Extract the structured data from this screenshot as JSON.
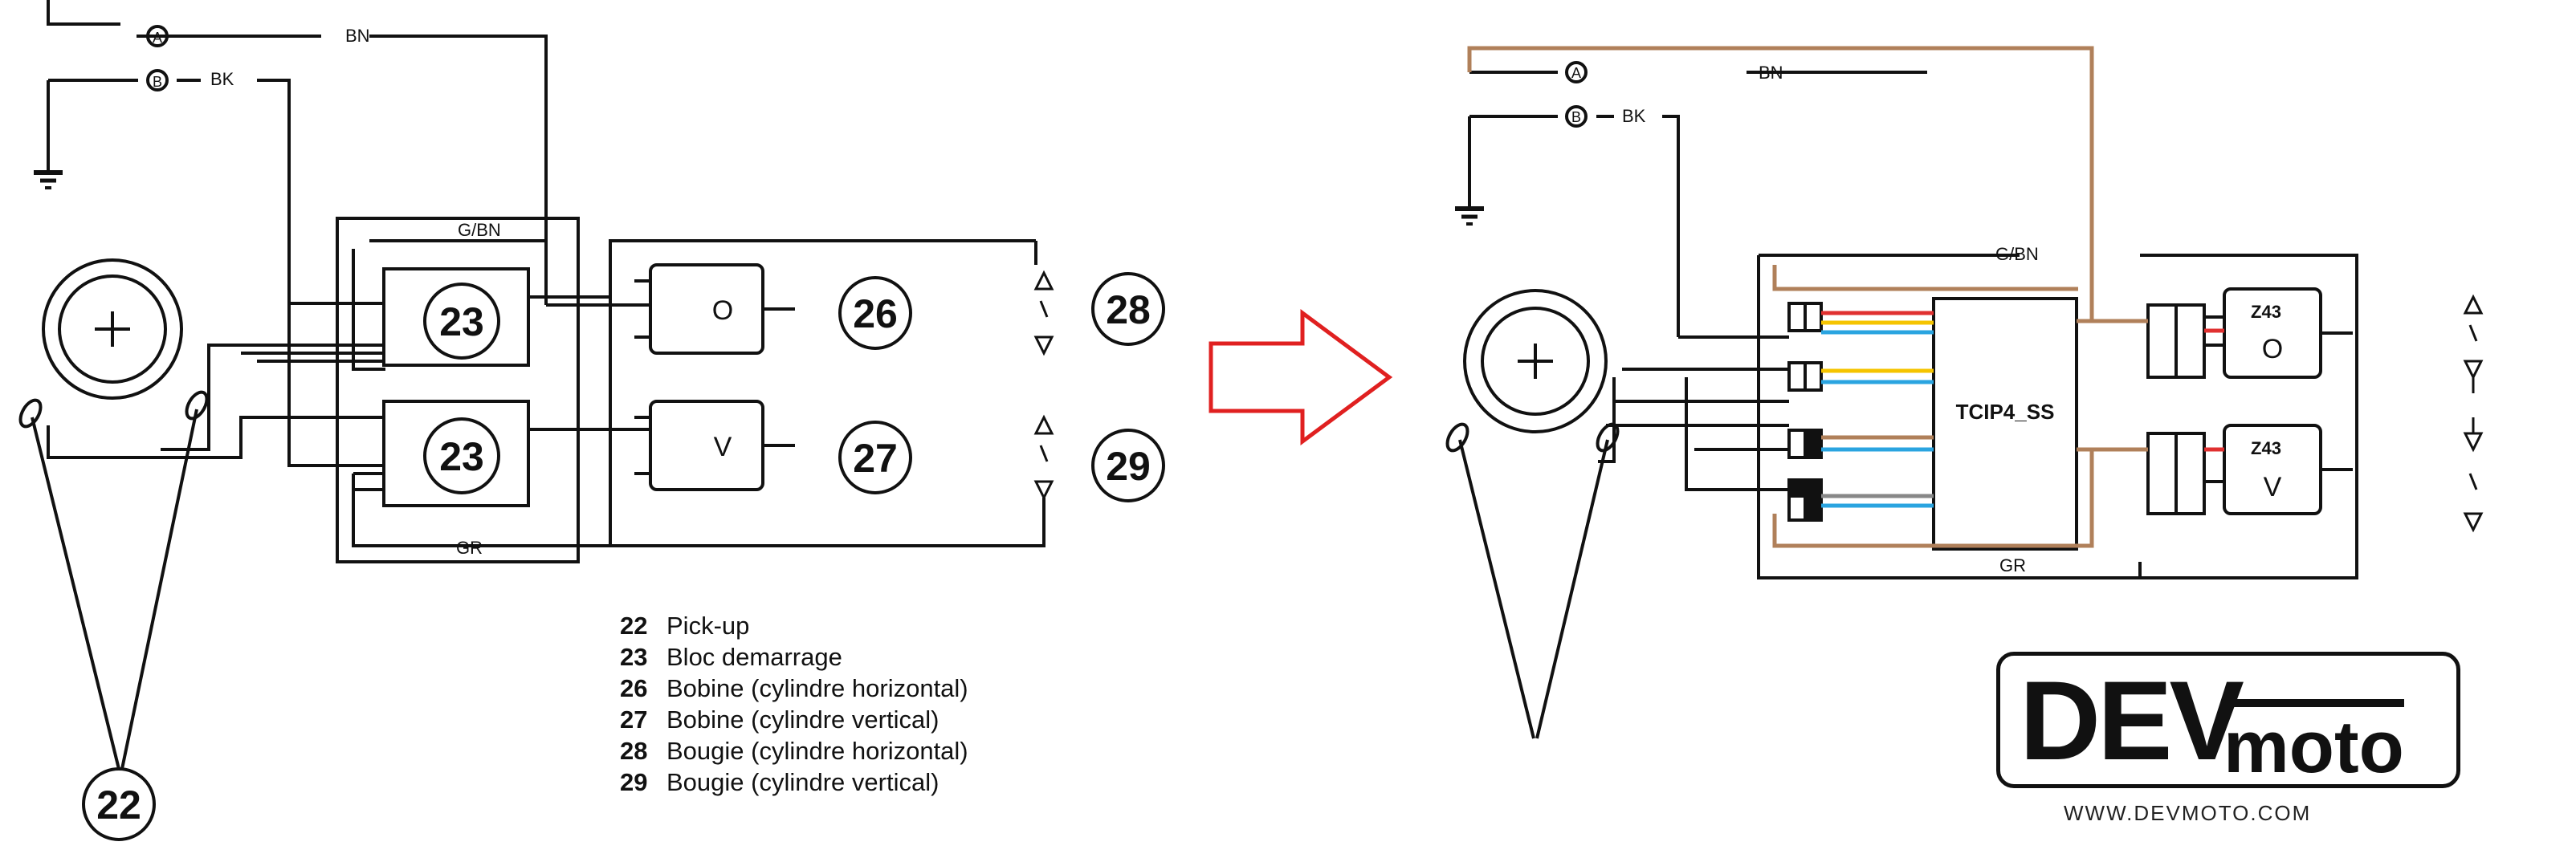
{
  "left_diagram": {
    "connectors": {
      "a": "A",
      "b": "B"
    },
    "wires": {
      "bn": "BN",
      "bk": "BK",
      "g_bn": "G/BN",
      "gr": "GR"
    },
    "component_numbers": {
      "n22": "22",
      "n23_top": "23",
      "n23_bottom": "23",
      "n26": "26",
      "n27": "27",
      "n28": "28",
      "n29": "29"
    },
    "coil_letters": {
      "horizontal": "O",
      "vertical": "V"
    }
  },
  "legend": [
    {
      "num": "22",
      "text": "Pick-up"
    },
    {
      "num": "23",
      "text": "Bloc demarrage"
    },
    {
      "num": "26",
      "text": "Bobine (cylindre horizontal)"
    },
    {
      "num": "27",
      "text": "Bobine (cylindre vertical)"
    },
    {
      "num": "28",
      "text": "Bougie (cylindre horizontal)"
    },
    {
      "num": "29",
      "text": "Bougie (cylindre vertical)"
    }
  ],
  "right_diagram": {
    "connectors": {
      "a": "A",
      "b": "B"
    },
    "wires": {
      "bn": "BN",
      "bk": "BK",
      "g_bn": "G/BN",
      "gr": "GR"
    },
    "module_label": "TCIP4_SS",
    "coil_top_label": "Z43",
    "coil_bottom_label": "Z43",
    "coil_letters": {
      "horizontal": "O",
      "vertical": "V"
    }
  },
  "logo": {
    "main": "DEV",
    "sub": "moto",
    "url": "WWW.DEVMOTO.COM"
  },
  "colors": {
    "brown_wire": "#b0805a",
    "arrow": "#e02020",
    "line": "#111111"
  }
}
